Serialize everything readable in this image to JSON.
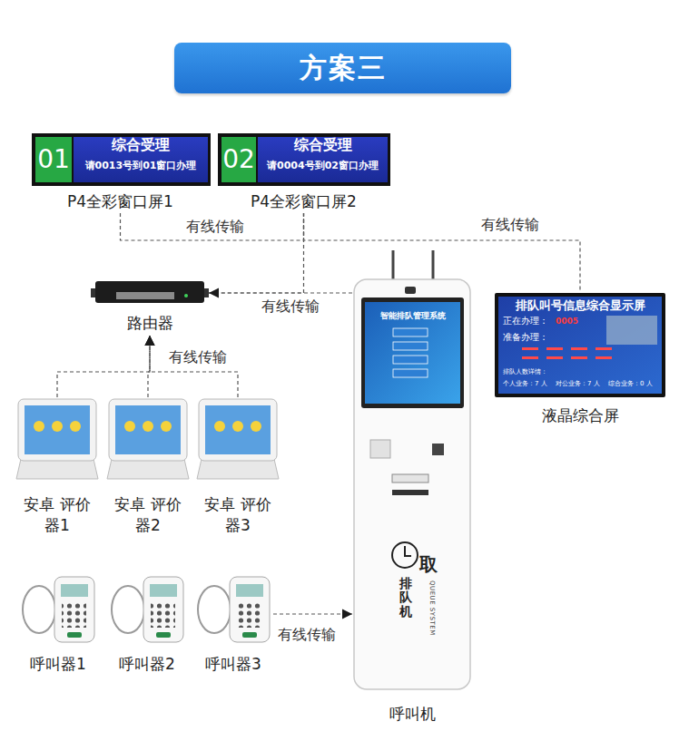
{
  "diagram": {
    "title": "方案三",
    "nodes": [
      {
        "text": [
          "01",
          "综合受理",
          "请0013号到01窗口办理",
          "P4全彩窗口屏1"
        ]
      },
      {
        "text": [
          "02",
          "综合受理",
          "请0004号到02窗口办理",
          "P4全彩窗口屏2"
        ]
      },
      {
        "text": [
          "路由器"
        ]
      },
      {
        "text": [
          "智能排队管理系统",
          "取",
          "排队机",
          "QUEUE SYSTEM",
          "呼叫机"
        ]
      },
      {
        "text": [
          "排队叫号信息综合显示屏",
          "正在办理：",
          "0005",
          "准备办理：",
          "排队人数详情：",
          "个人业务：7 人",
          "对公业务：7 人",
          "综合业务：0 人",
          "液晶综合屏"
        ]
      },
      {
        "text": [
          "安卓 评价器1"
        ]
      },
      {
        "text": [
          "安卓 评价器2"
        ]
      },
      {
        "text": [
          "安卓 评价器3"
        ]
      },
      {
        "text": [
          "呼叫器1"
        ]
      },
      {
        "text": [
          "呼叫器2"
        ]
      },
      {
        "text": [
          "呼叫器3"
        ]
      }
    ],
    "edges": [
      {
        "from": 0,
        "to": 1,
        "arrow": "none",
        "label": "有线传输"
      },
      {
        "from": 1,
        "to": 4,
        "arrow": "none",
        "label": "有线传输"
      },
      {
        "from": 1,
        "to": 2,
        "arrow": "none"
      },
      {
        "from": 3,
        "to": 2,
        "arrow": "to",
        "label": "有线传输"
      },
      {
        "from": 5,
        "to": 2,
        "arrow": "to"
      },
      {
        "from": 6,
        "to": 2,
        "arrow": "to",
        "label": "有线传输"
      },
      {
        "from": 7,
        "to": 2,
        "arrow": "to"
      },
      {
        "from": 10,
        "to": 3,
        "arrow": "to",
        "label": "有线传输"
      }
    ]
  }
}
